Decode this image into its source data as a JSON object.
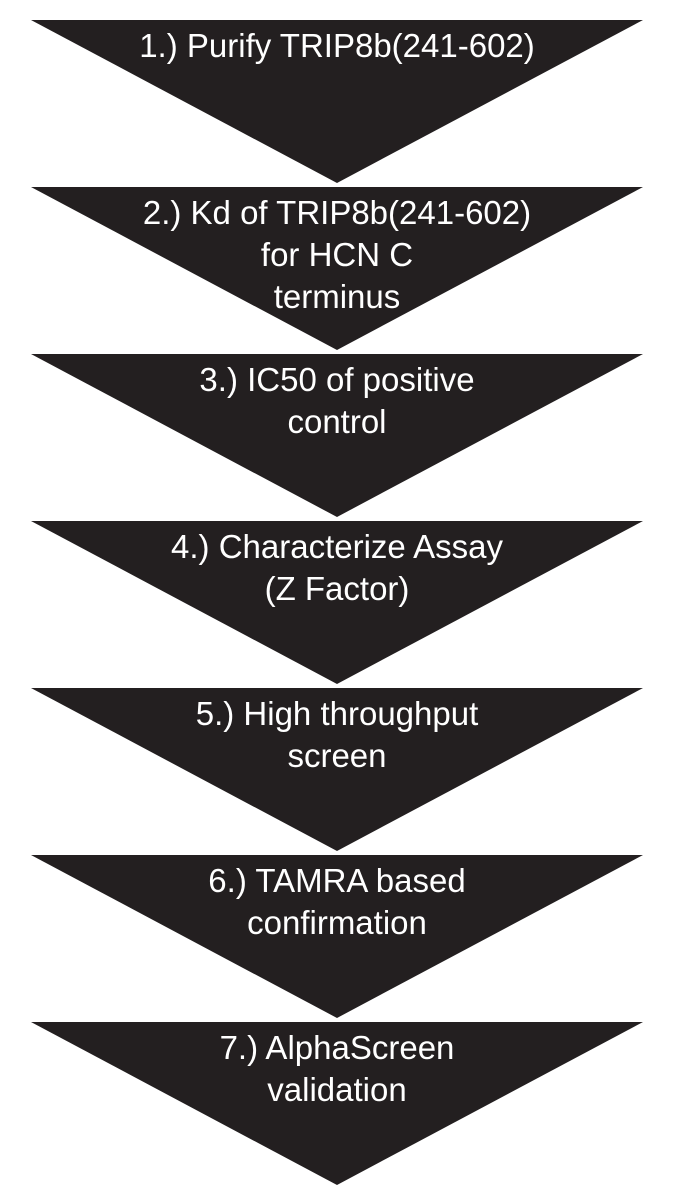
{
  "colors": {
    "background": "#ffffff",
    "arrow-color": "#231f20",
    "text-color": "#ffffff"
  },
  "steps": [
    {
      "lines": [
        "1.) Purify TRIP8b(241-602)"
      ]
    },
    {
      "lines": [
        "2.) Kd of TRIP8b(241-602)",
        "for HCN C",
        "terminus"
      ]
    },
    {
      "lines": [
        "3.) IC50 of positive",
        "control"
      ]
    },
    {
      "lines": [
        "4.) Characterize Assay",
        "(Z Factor)"
      ]
    },
    {
      "lines": [
        "5.) High throughput",
        "screen"
      ]
    },
    {
      "lines": [
        "6.) TAMRA based",
        "confirmation"
      ]
    },
    {
      "lines": [
        "7.) AlphaScreen",
        "validation"
      ]
    }
  ]
}
